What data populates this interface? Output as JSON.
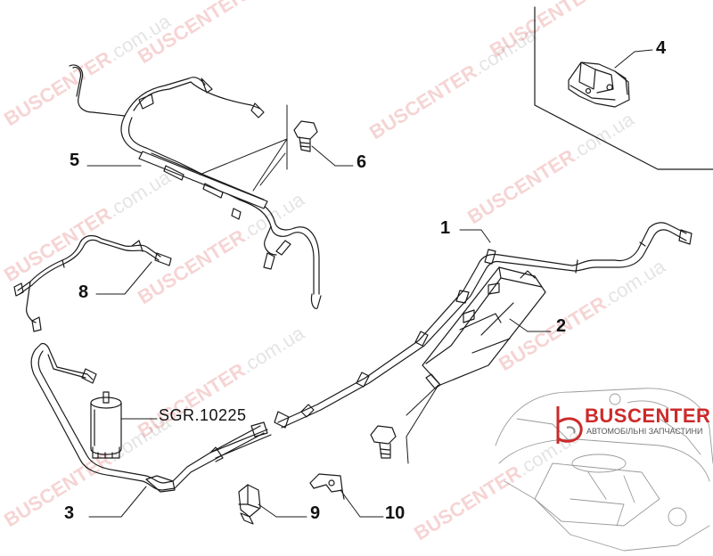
{
  "watermark": {
    "brand": "BUSCENTER",
    "domain": ".com.ua"
  },
  "callouts": {
    "c1": "1",
    "c2": "2",
    "c3": "3",
    "c4": "4",
    "c5": "5",
    "c6": "6",
    "c8": "8",
    "c9": "9",
    "c10": "10"
  },
  "reference_code": "SGR.10225",
  "logo": {
    "name": "BUSCENTER",
    "subtitle": "АВТОМОБІЛЬНІ ЗАПЧАСТИНИ"
  },
  "colors": {
    "line": "#1a1a1a",
    "watermark_red": "#d73c3c",
    "logo_red": "#cc2a2a"
  }
}
